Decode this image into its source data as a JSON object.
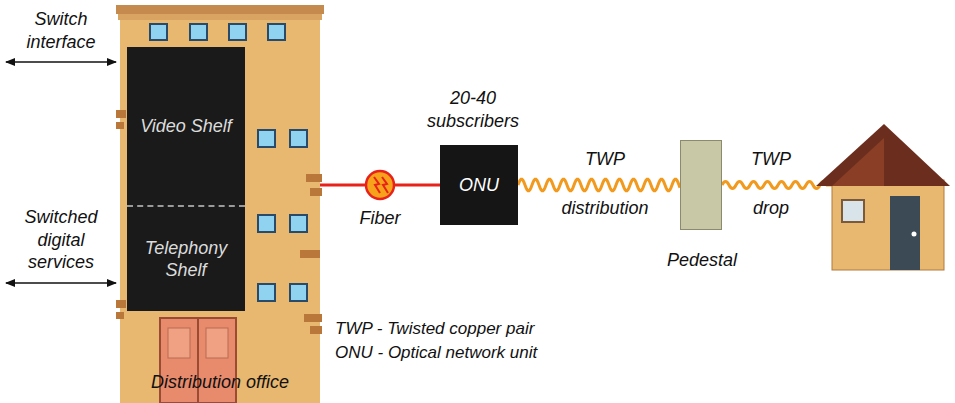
{
  "diagram": {
    "nodes": [
      {
        "text": [
          "Distribution office"
        ]
      },
      {
        "text": [
          "Video Shelf"
        ],
        "in": 0
      },
      {
        "text": [
          "Telephony Shelf"
        ],
        "in": 0
      },
      {
        "text": [
          "20-40 subscribers",
          "ONU"
        ]
      },
      {
        "text": [
          "Pedestal"
        ]
      }
    ],
    "edges": [
      {
        "from": 0,
        "to": 3,
        "label": "Fiber",
        "arrow": "none"
      },
      {
        "from": 3,
        "to": 4,
        "arrow": "none"
      }
    ],
    "labels": [
      "Switch interface",
      "Switched digital services",
      "TWP",
      "distribution",
      "TWP",
      "drop",
      "TWP - Twisted copper pair",
      "ONU - Optical network unit"
    ]
  }
}
